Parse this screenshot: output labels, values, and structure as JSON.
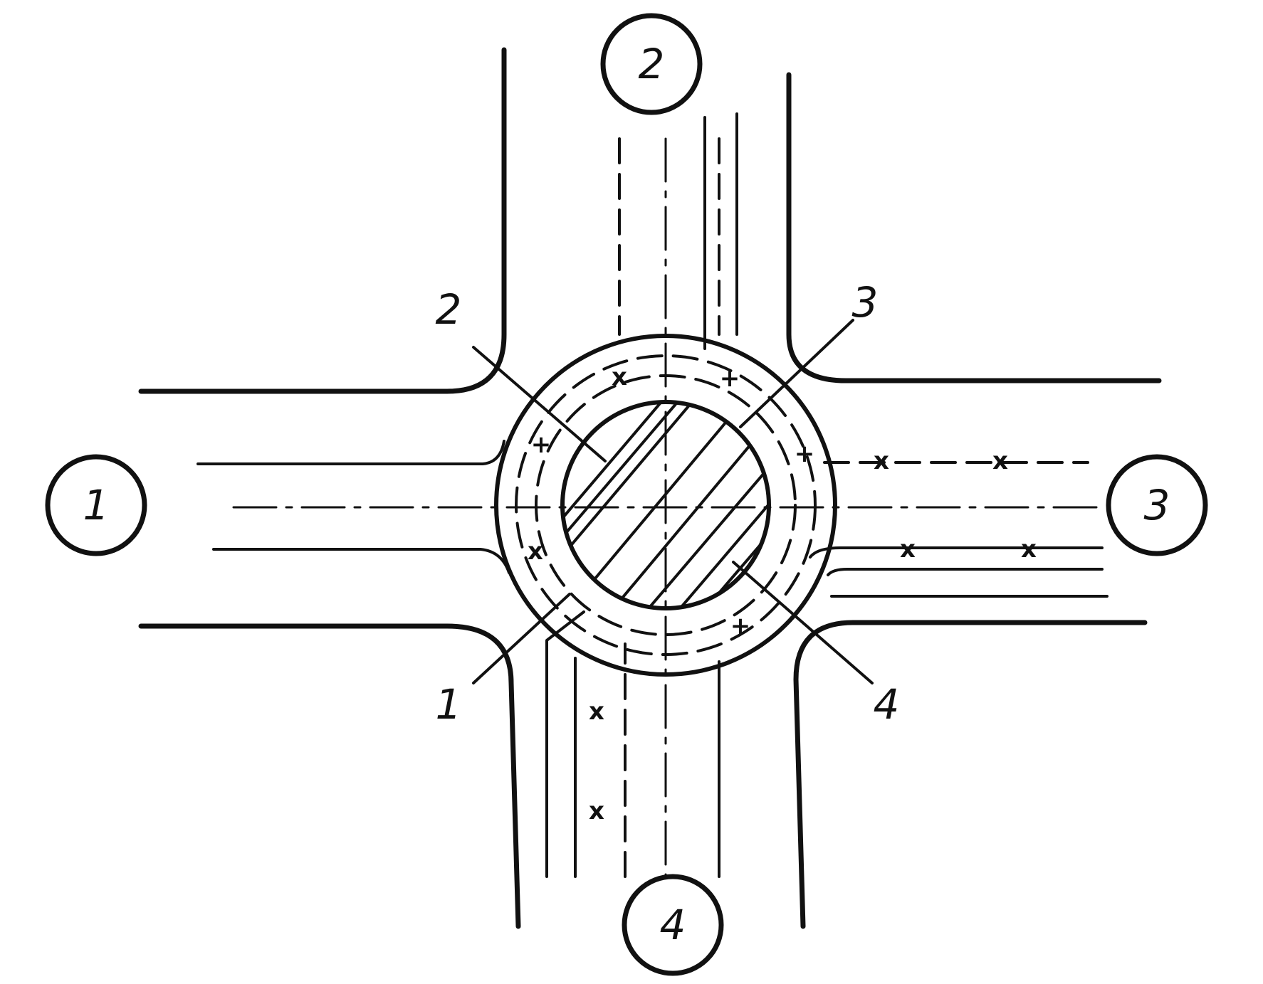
{
  "approach_labels": [
    "1",
    "2",
    "3",
    "4"
  ],
  "callout_labels": [
    "2",
    "3",
    "1",
    "4"
  ],
  "lane_marks": {
    "cross": "x",
    "plus": "+"
  }
}
